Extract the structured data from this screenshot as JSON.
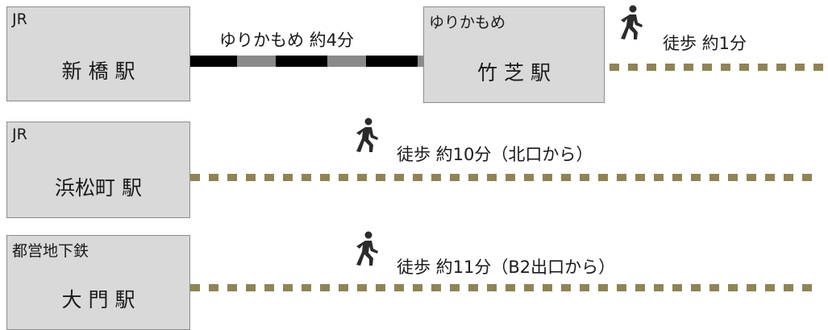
{
  "stations": {
    "shimbashi": {
      "operator": "JR",
      "name": "新 橋 駅"
    },
    "takeshiba": {
      "operator": "ゆりかもめ",
      "name": "竹 芝 駅"
    },
    "hamamatsucho": {
      "operator": "JR",
      "name": "浜松町 駅"
    },
    "daimon": {
      "operator": "都営地下鉄",
      "name": "大 門 駅"
    }
  },
  "routes": {
    "yurikamome": "ゆりかもめ  約4分",
    "walk_takeshiba": "徒歩  約1分",
    "walk_hamamatsucho": "徒歩  約10分（北口から）",
    "walk_daimon": "徒歩  約11分（B2出口から）"
  },
  "colors": {
    "box_fill": "#d9d9d9",
    "box_border": "#8c8c8c",
    "rail_dark": "#000000",
    "rail_light": "#8a8a8a",
    "walk_path": "#8e8456",
    "walker": "#2b2b2b"
  },
  "icons": [
    "walking-person-icon"
  ]
}
